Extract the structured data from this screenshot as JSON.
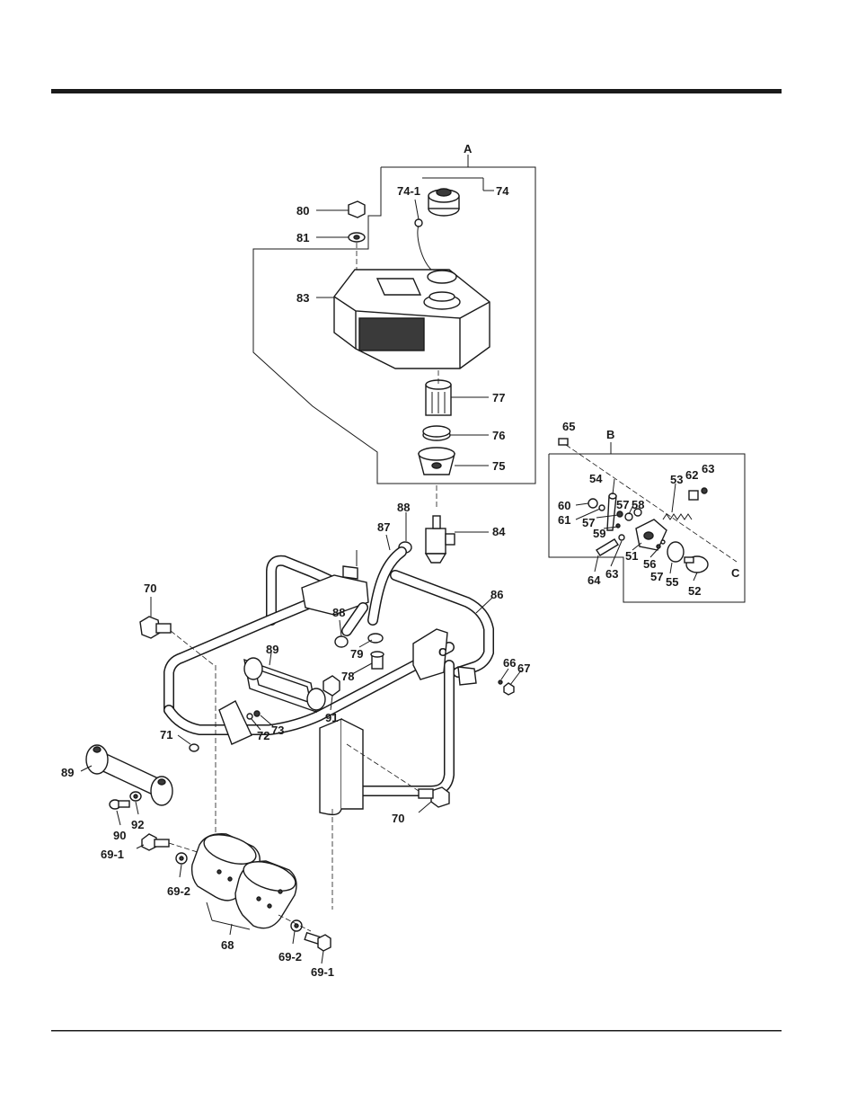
{
  "diagram": {
    "section_labels": {
      "a": "A",
      "b": "B",
      "c_box": "C",
      "c_frame": "C"
    },
    "callouts": {
      "p80": "80",
      "p81": "81",
      "p83": "83",
      "p74_1": "74-1",
      "p74": "74",
      "p77": "77",
      "p76": "76",
      "p75": "75",
      "p88a": "88",
      "p87": "87",
      "p84": "84",
      "p65": "65",
      "p54": "54",
      "p53": "53",
      "p62": "62",
      "p63a": "63",
      "p60": "60",
      "p61": "61",
      "p57a": "57",
      "p57b": "57",
      "p58": "58",
      "p59": "59",
      "p64": "64",
      "p63b": "63",
      "p51": "51",
      "p56": "56",
      "p57c": "57",
      "p55": "55",
      "p52": "52",
      "p70a": "70",
      "p86": "86",
      "p88b": "88",
      "p79": "79",
      "p89a": "89",
      "p78": "78",
      "p66": "66",
      "p67": "67",
      "p91": "91",
      "p73": "73",
      "p72": "72",
      "p71": "71",
      "p89b": "89",
      "p90": "90",
      "p92": "92",
      "p69_1a": "69-1",
      "p69_2a": "69-2",
      "p70b": "70",
      "p68": "68",
      "p69_2b": "69-2",
      "p69_1b": "69-1"
    }
  }
}
